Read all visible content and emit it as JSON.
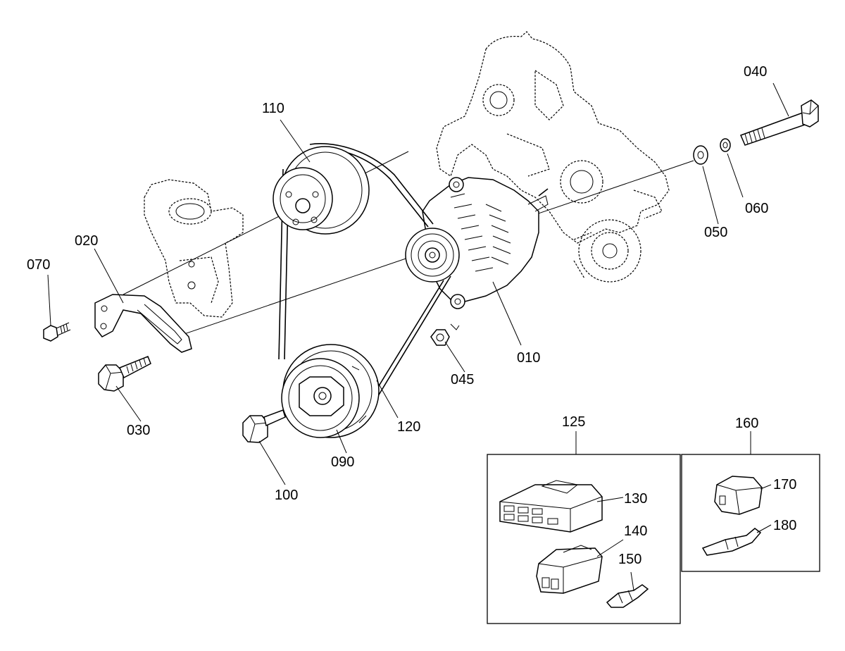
{
  "labels": {
    "p010": "010",
    "p020": "020",
    "p030": "030",
    "p040": "040",
    "p045": "045",
    "p050": "050",
    "p060": "060",
    "p070": "070",
    "p090": "090",
    "p100": "100",
    "p110": "110",
    "p120": "120",
    "p125": "125",
    "p130": "130",
    "p140": "140",
    "p150": "150",
    "p160": "160",
    "p170": "170",
    "p180": "180"
  }
}
